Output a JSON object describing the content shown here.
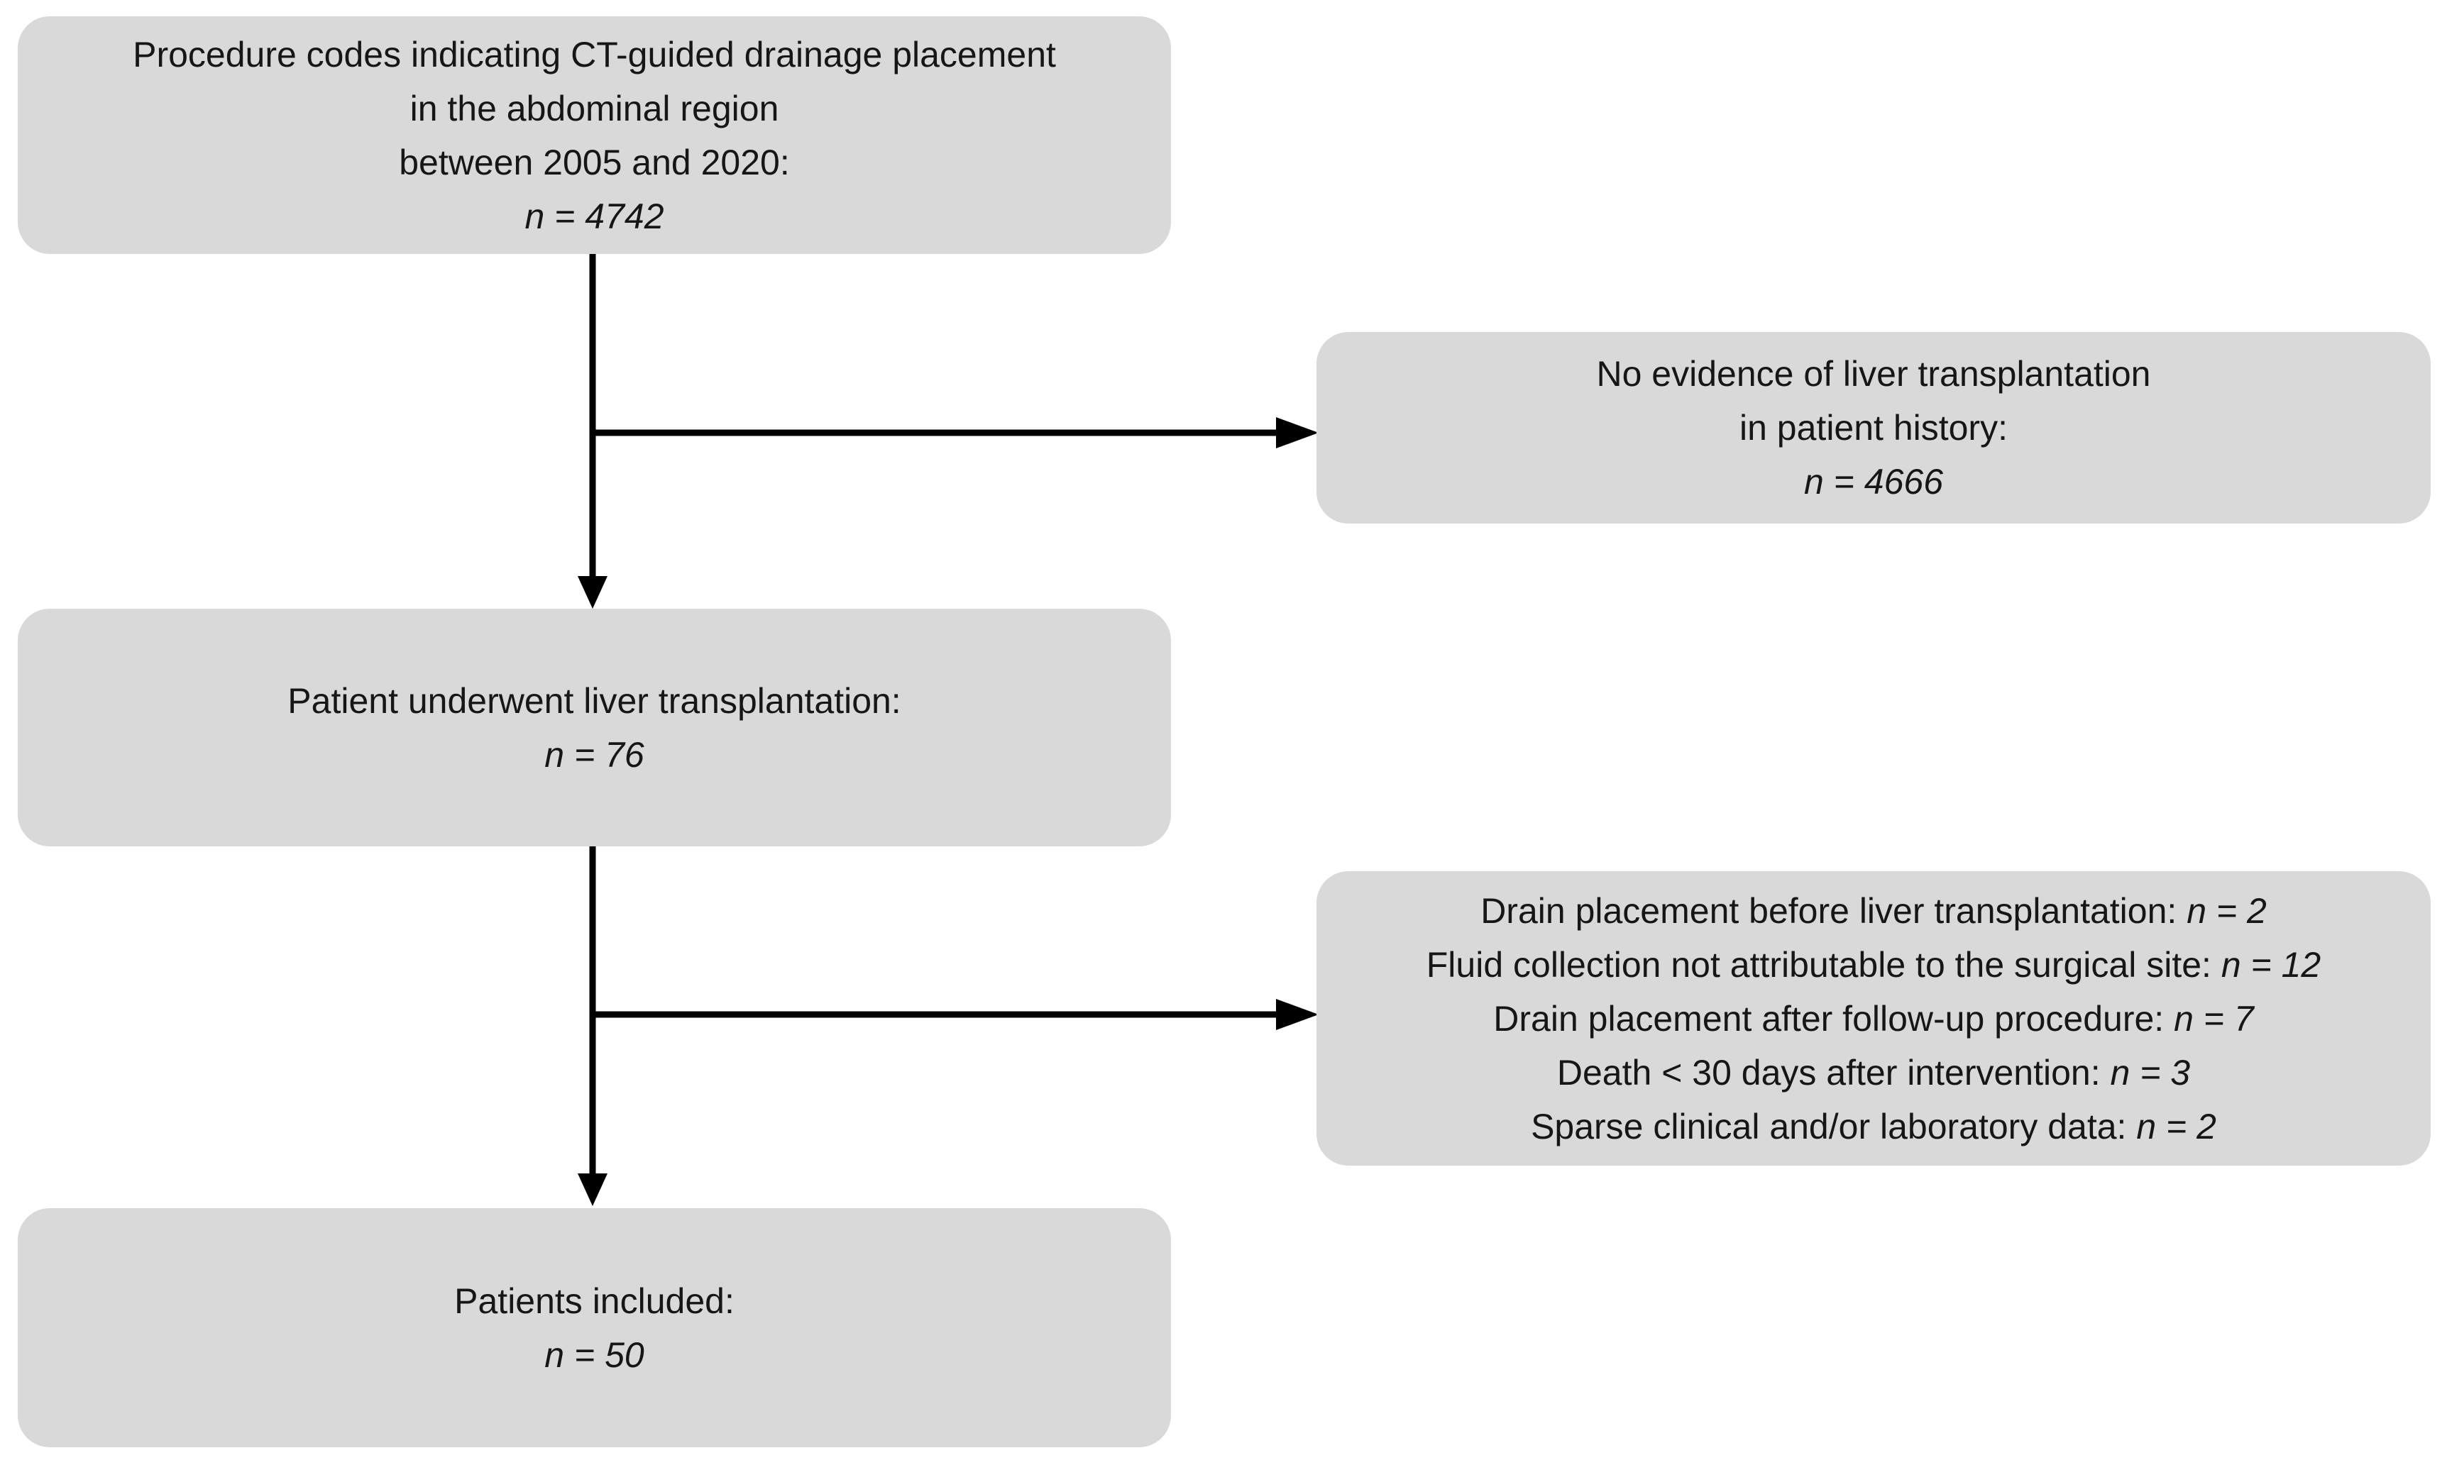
{
  "diagram": {
    "colors": {
      "background": "#ffffff",
      "box_fill": "#d9d9d9",
      "text": "#161616",
      "arrow": "#000000"
    },
    "boxes": {
      "procedure_codes": {
        "lines": [
          "Procedure codes indicating CT-guided drainage placement",
          "in the abdominal region",
          "between 2005 and 2020:"
        ],
        "count": "n = 4742"
      },
      "no_transplant": {
        "lines": [
          "No evidence of liver transplantation",
          "in patient history:"
        ],
        "count": "n = 4666"
      },
      "transplant": {
        "lines": [
          "Patient underwent liver transplantation:"
        ],
        "count": "n = 76"
      },
      "exclusions": {
        "items": [
          {
            "label": "Drain placement before liver transplantation: ",
            "count": "n = 2"
          },
          {
            "label": "Fluid collection not attributable to the surgical site: ",
            "count": "n = 12"
          },
          {
            "label": "Drain placement after follow-up procedure: ",
            "count": "n = 7"
          },
          {
            "label": "Death < 30 days after intervention: ",
            "count": "n = 3"
          },
          {
            "label": "Sparse clinical and/or laboratory data: ",
            "count": "n = 2"
          }
        ]
      },
      "included": {
        "lines": [
          "Patients included:"
        ],
        "count": "n = 50"
      }
    }
  }
}
